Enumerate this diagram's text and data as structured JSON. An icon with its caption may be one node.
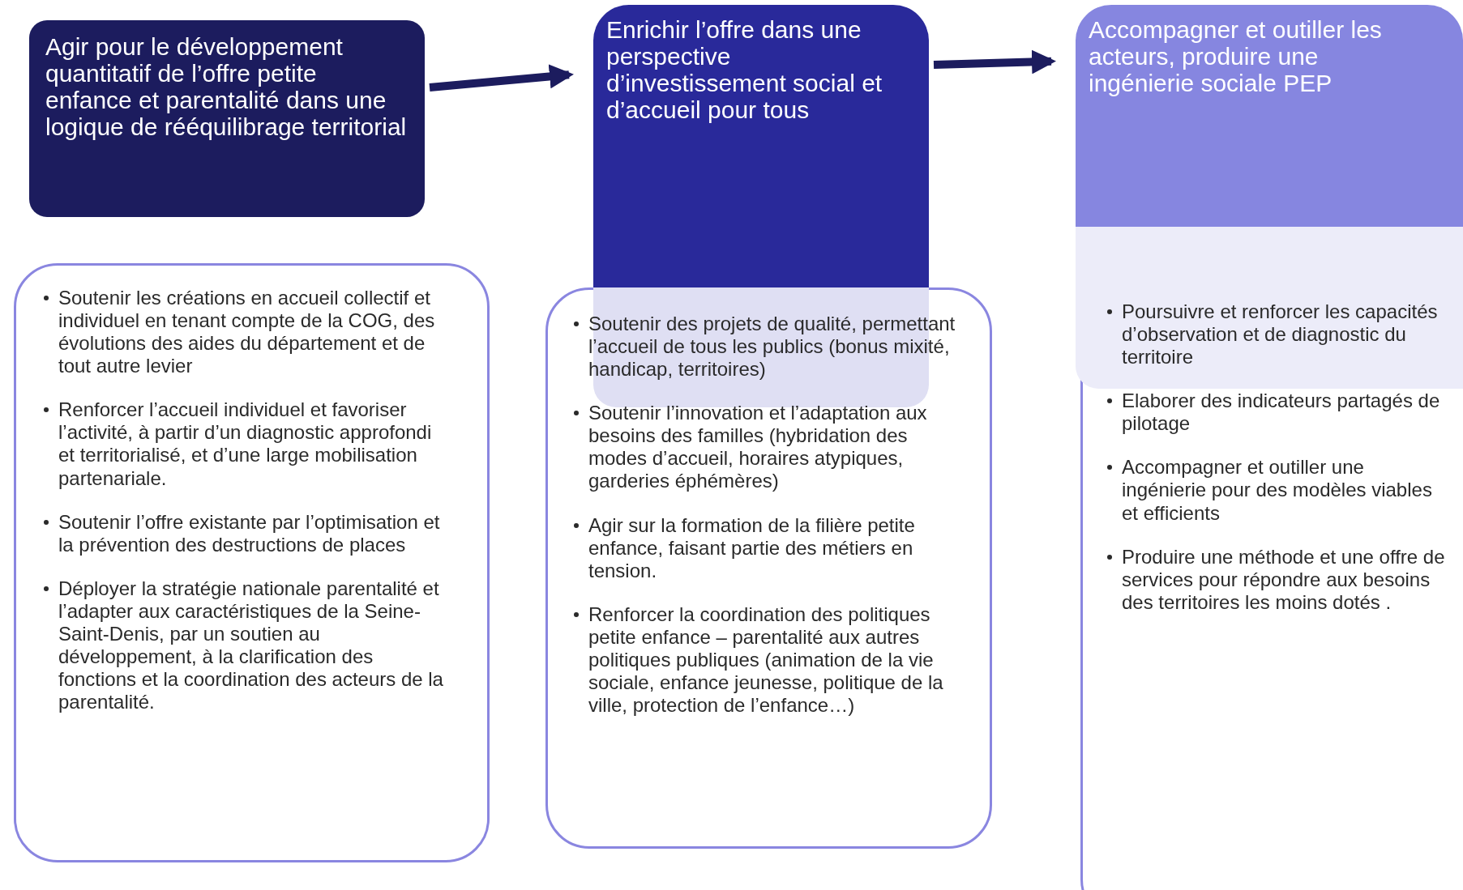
{
  "diagram": {
    "nodes": [
      {
        "text": [
          "Agir pour le développement quantitatif de l’offre petite enfance et parentalité dans une logique de rééquilibrage territorial"
        ]
      },
      {
        "text": [
          "Soutenir les créations en accueil collectif et individuel en tenant compte de la COG, des évolutions des aides du département et de tout autre levier",
          "Renforcer l’accueil individuel et favoriser l’activité, à partir d’un diagnostic approfondi et territorialisé, et d’une large mobilisation partenariale.",
          "Soutenir l’offre existante par l’optimisation et la prévention des destructions de places",
          "Déployer la stratégie nationale parentalité et l’adapter aux caractéristiques de la Seine-Saint-Denis, par un soutien au développement, à la clarification des fonctions et la coordination des acteurs de la parentalité."
        ]
      },
      {
        "text": [
          "Enrichir l’offre dans une perspective d’investissement social et d’accueil pour tous"
        ]
      },
      {
        "text": [
          "Soutenir des projets de qualité, permettant l’accueil de tous les publics (bonus mixité, handicap, territoires)",
          "Soutenir l’innovation et l’adaptation aux besoins des familles (hybridation des modes d’accueil, horaires atypiques, garderies éphémères)",
          "Agir sur la formation de la filière petite enfance, faisant partie des métiers en tension.",
          "Renforcer la coordination des politiques petite enfance – parentalité aux autres politiques publiques (animation de la vie sociale, enfance jeunesse, politique de la ville, protection de l’enfance…)"
        ]
      },
      {
        "text": [
          "Accompagner et outiller les acteurs, produire une ingénierie sociale PEP"
        ]
      },
      {
        "text": [
          "Poursuivre et renforcer les capacités d’observation et de diagnostic du territoire",
          "Elaborer des indicateurs partagés de pilotage",
          "Accompagner et outiller une ingénierie pour des modèles viables et efficients",
          "Produire une méthode et une offre de services pour répondre aux besoins des territoires les moins dotés ."
        ]
      }
    ],
    "edges": [
      {
        "from": 0,
        "to": 2,
        "arrow": "to"
      },
      {
        "from": 2,
        "to": 4,
        "arrow": "to"
      }
    ]
  }
}
